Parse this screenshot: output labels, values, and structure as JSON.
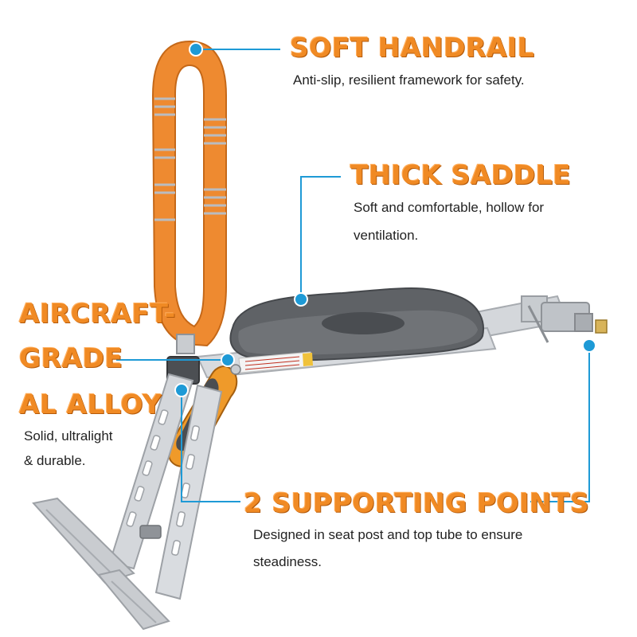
{
  "colors": {
    "accent": "#f08a24",
    "callout_line": "#1e9ad6",
    "handle_foam": "#ee8a30",
    "seat": "#5b5e62",
    "frame": "#c9ccd0"
  },
  "callouts": {
    "handrail": {
      "title": "SOFT HANDRAIL",
      "desc": "Anti-slip, resilient framework for safety."
    },
    "saddle": {
      "title": "THICK SADDLE",
      "desc_line1": "Soft and comfortable, hollow for",
      "desc_line2": "ventilation."
    },
    "alloy": {
      "title_line1": "AIRCRAFT-",
      "title_line2": "GRADE",
      "title_line3": "AL ALLOY",
      "desc_line1": "Solid, ultralight",
      "desc_line2": "& durable."
    },
    "support": {
      "title": "2 SUPPORTING POINTS",
      "desc_line1": "Designed in seat post and top tube to ensure",
      "desc_line2": "steadiness."
    }
  }
}
